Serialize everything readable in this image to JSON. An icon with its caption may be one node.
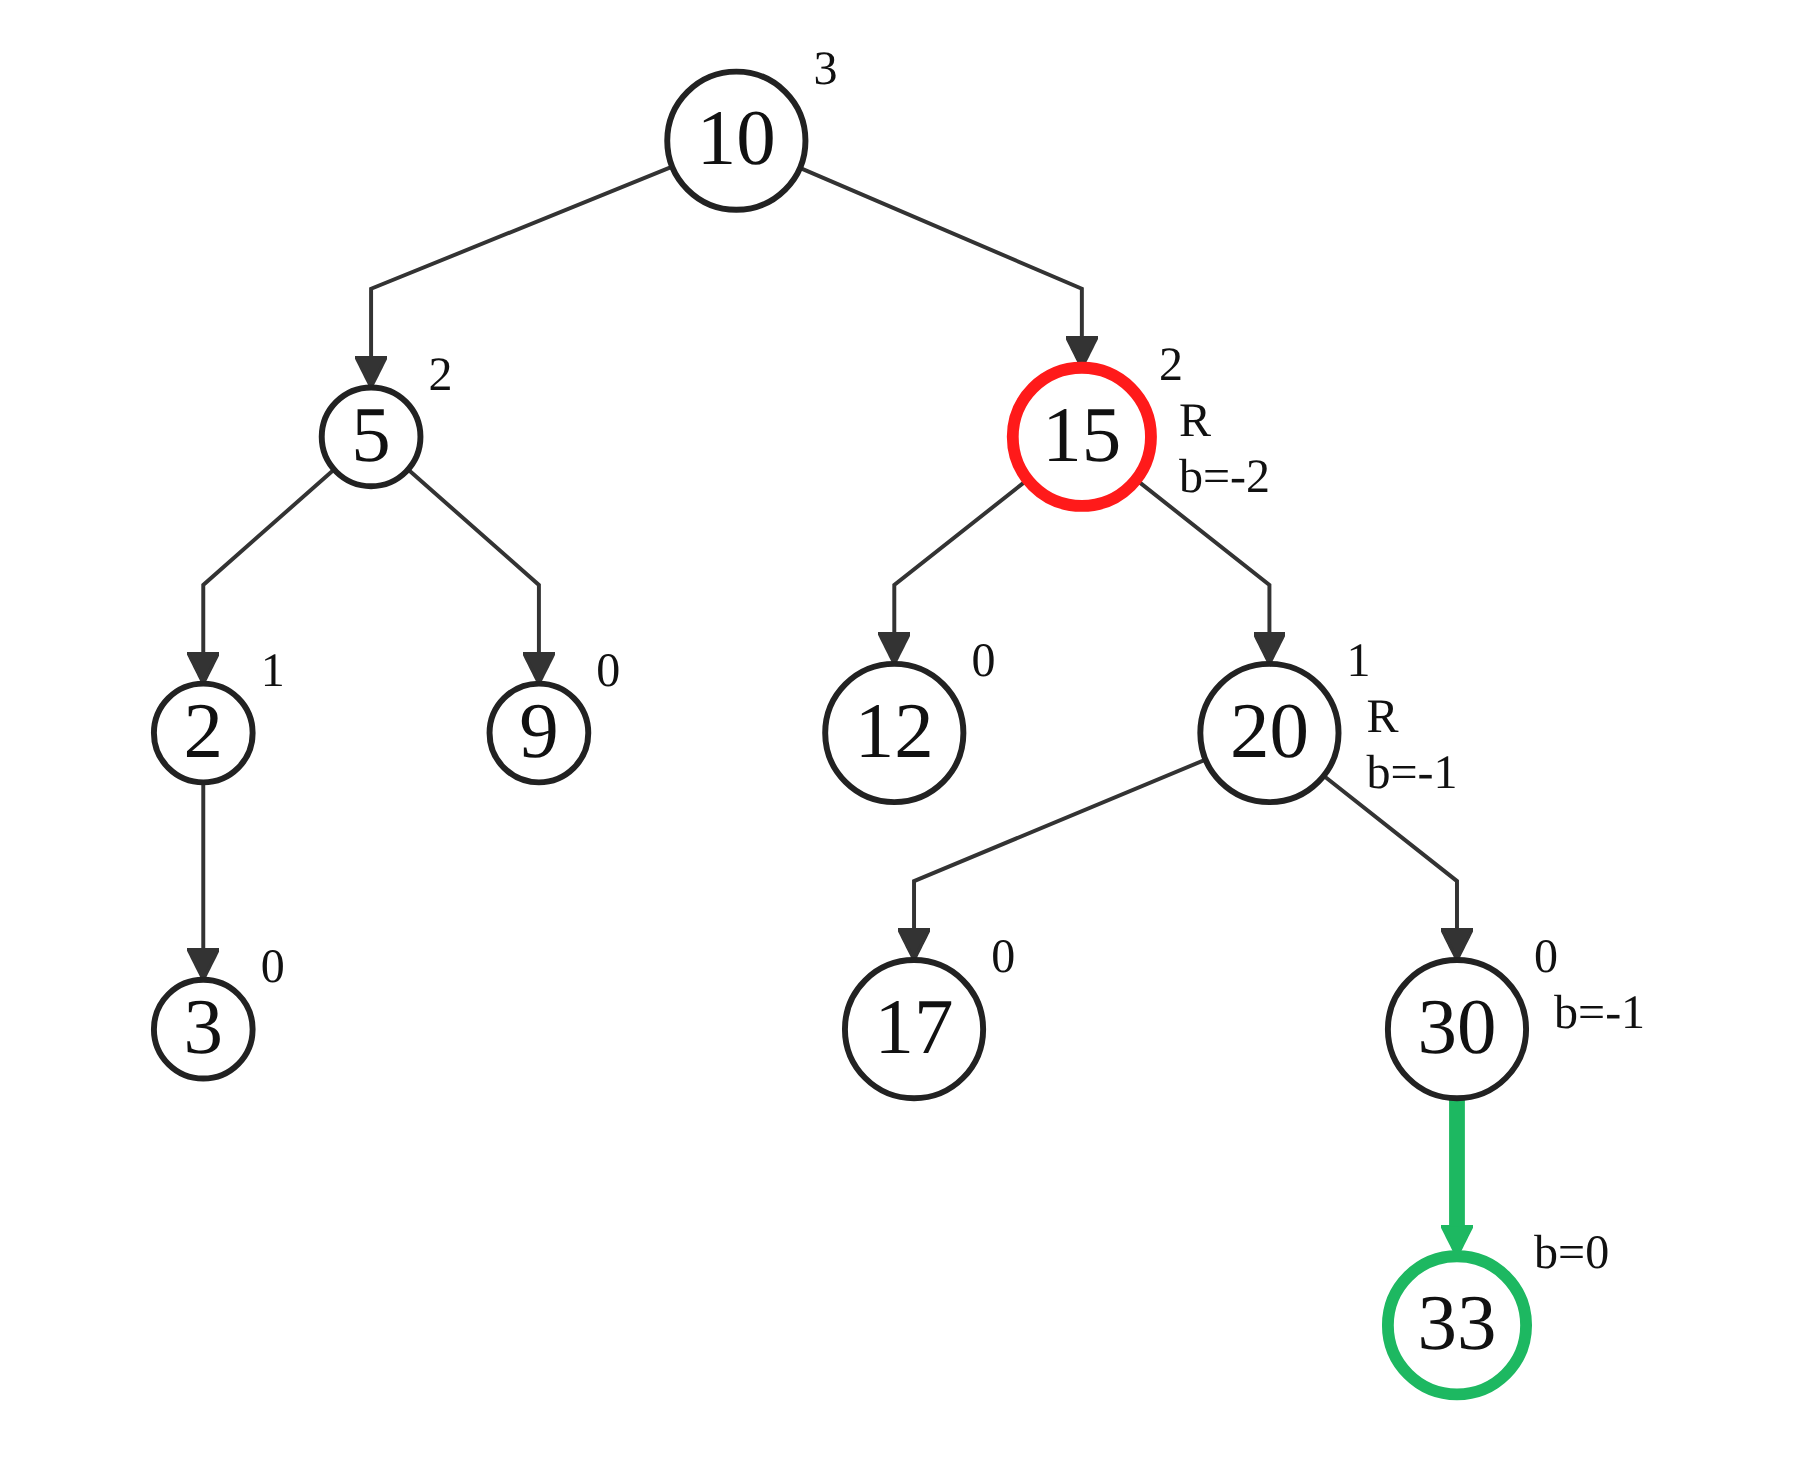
{
  "diagram": {
    "nodes": [
      {
        "text": [
          "10"
        ],
        "beside": [
          "3"
        ]
      },
      {
        "text": [
          "5"
        ],
        "beside": [
          "2"
        ]
      },
      {
        "text": [
          "15"
        ],
        "beside": [
          "2",
          "R",
          "b=-2"
        ]
      },
      {
        "text": [
          "2"
        ],
        "beside": [
          "1"
        ]
      },
      {
        "text": [
          "9"
        ],
        "beside": [
          "0"
        ]
      },
      {
        "text": [
          "12"
        ],
        "beside": [
          "0"
        ]
      },
      {
        "text": [
          "20"
        ],
        "beside": [
          "1",
          "R",
          "b=-1"
        ]
      },
      {
        "text": [
          "3"
        ],
        "beside": [
          "0"
        ]
      },
      {
        "text": [
          "17"
        ],
        "beside": [
          "0"
        ]
      },
      {
        "text": [
          "30"
        ],
        "beside": [
          "0",
          "b=-1"
        ]
      },
      {
        "text": [
          "33"
        ],
        "beside": [
          "b=0"
        ]
      }
    ],
    "edges": [
      {
        "from": 0,
        "to": 1,
        "arrow": "to"
      },
      {
        "from": 0,
        "to": 2,
        "arrow": "to"
      },
      {
        "from": 1,
        "to": 3,
        "arrow": "to"
      },
      {
        "from": 1,
        "to": 4,
        "arrow": "to"
      },
      {
        "from": 2,
        "to": 5,
        "arrow": "to"
      },
      {
        "from": 2,
        "to": 6,
        "arrow": "to"
      },
      {
        "from": 3,
        "to": 7,
        "arrow": "to"
      },
      {
        "from": 6,
        "to": 8,
        "arrow": "to"
      },
      {
        "from": 6,
        "to": 9,
        "arrow": "to"
      },
      {
        "from": 9,
        "to": 10,
        "arrow": "to",
        "style": "thick",
        "color": "#1db861"
      }
    ]
  }
}
